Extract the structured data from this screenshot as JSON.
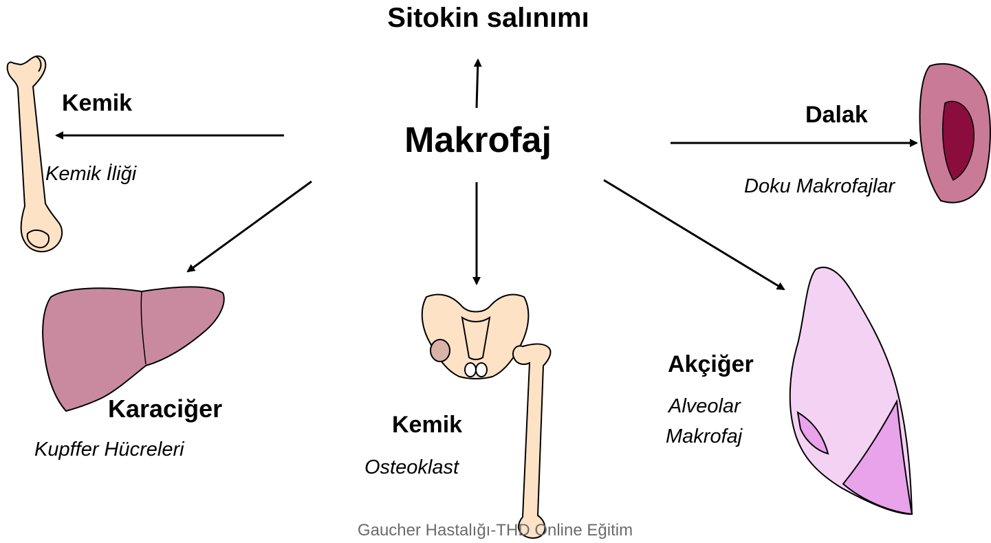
{
  "title": "Sitokin salınımı",
  "center": "Makrofaj",
  "nodes": {
    "kemik_top": {
      "label": "Kemik",
      "sublabel": "Kemik İliği"
    },
    "dalak": {
      "label": "Dalak",
      "sublabel": "Doku Makrofajlar"
    },
    "karaciger": {
      "label": "Karaciğer",
      "sublabel": "Kupffer Hücreleri"
    },
    "kemik_bottom": {
      "label": "Kemik",
      "sublabel": "Osteoklast"
    },
    "akciger": {
      "label": "Akçiğer",
      "sublabel_line1": "Alveolar",
      "sublabel_line2": "Makrofaj"
    }
  },
  "footer": "Gaucher Hastalığı-THD Online Eğitim",
  "colors": {
    "bone": "#fde2c6",
    "liver": "#c98aa0",
    "spleen_outer": "#c97a96",
    "spleen_inner": "#8a0d3d",
    "lung_light": "#f3d2f3",
    "lung_dark": "#e8a3ea",
    "footer_text": "#6b6b6b"
  }
}
